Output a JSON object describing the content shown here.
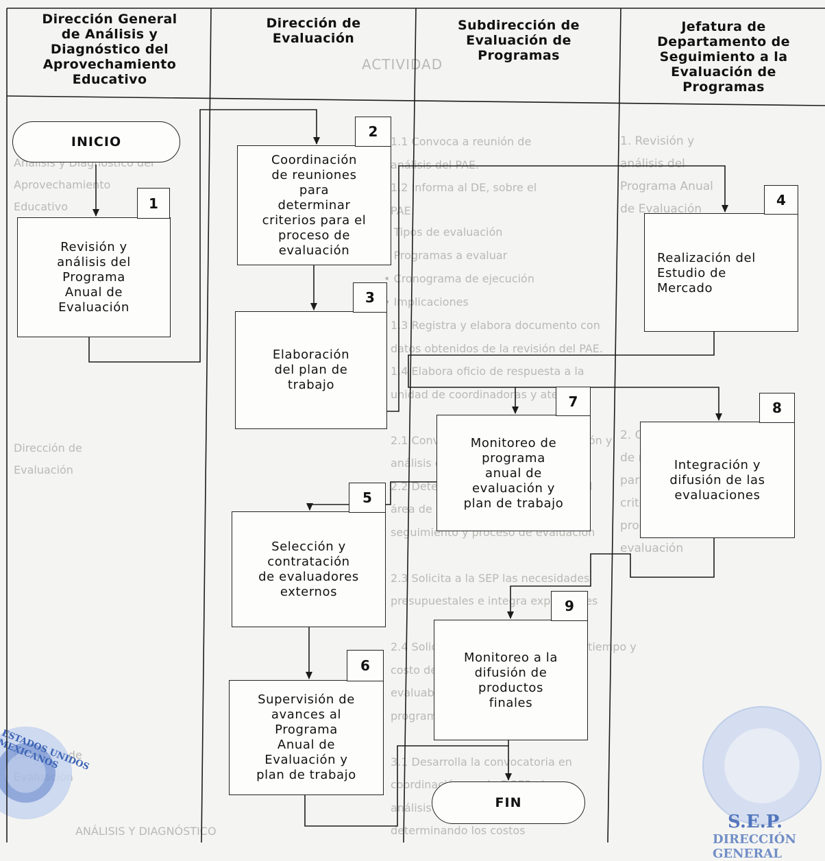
{
  "lanes": [
    {
      "title": "Dirección General\nde Análisis y\nDiagnóstico del\nAprovechamiento\nEducativo"
    },
    {
      "title": "Dirección de\nEvaluación"
    },
    {
      "title": "Subdirección de\nEvaluación de\nProgramas"
    },
    {
      "title": "Jefatura de\nDepartamento de\nSeguimiento a la\nEvaluación de\nProgramas"
    }
  ],
  "start": {
    "label": "INICIO"
  },
  "end": {
    "label": "FIN"
  },
  "steps": [
    {
      "number": "1",
      "text": "Revisión y\nanálisis del\nPrograma\nAnual de\nEvaluación"
    },
    {
      "number": "2",
      "text": "Coordinación\nde reuniones\npara\ndeterminar\ncriterios para el\nproceso de\nevaluación"
    },
    {
      "number": "3",
      "text": "Elaboración\ndel plan de\ntrabajo"
    },
    {
      "number": "4",
      "text": "Realización del\nEstudio de\nMercado"
    },
    {
      "number": "5",
      "text": "Selección y\ncontratación\nde evaluadores\nexternos"
    },
    {
      "number": "6",
      "text": "Supervisión de\navances al\nPrograma\nAnual de\nEvaluación y\nplan de trabajo"
    },
    {
      "number": "7",
      "text": "Monitoreo de\nprograma\nanual de\nevaluación y\nplan de trabajo"
    },
    {
      "number": "8",
      "text": "Integración y\ndifusión de las\nevaluaciones"
    },
    {
      "number": "9",
      "text": "Monitoreo a la\ndifusión de\nproductos\nfinales"
    }
  ],
  "show_through": {
    "header": "ACTIVIDAD",
    "column_a": "1.   Revisión    y\nanálisis      del\nPrograma Anual\nde Evaluación\n\n\n\n\n\n\n\n\n\n2.   Coordinación\nde   reuniones\npara determinar\ncriterios para el\nproceso      de\nevaluación",
    "column_b": "1.1 Convoca a reunión de\n     análisis del PAE.\n1.2 Informa al DE, sobre el\n     PAE:\n\n\n\n\n1.3 Registra y elabora documento con\n     datos obtenidos de la revisión del PAE.\n1.4 Elabora oficio de respuesta a la\n     unidad de coordinadoras y atención\n\n2.1 Convoca a reunión para la revisión y\n     análisis del PAE con la DGEP\n2.2 Determina conjuntamente con el\n     área de la SEP responsable el\n     seguimiento y proceso de evaluación\n\n2.3 Solicita a la SEP las necesidades\n     presupuestales e integra expedientes\n\n2.4 Solicita a SEP la información de tiempo y\n     costo de los productos formativos\n     evaluables de acuerdo a\n     programas e informes\n\n3.1 Desarrolla la convocatoria en\n     coordinación con la DGEP el\n     análisis de resultados del PAE\n     determinando los costos",
    "bullets": "•   Tipos de evaluación\n•   Programas a evaluar\n•   Cronograma de ejecución\n•   Implicaciones",
    "column_c": "Dirección General de\nAnálisis y Diagnóstico del\nAprovechamiento\nEducativo\n\n\n\n\n\n\n\n\n\n\nDirección de\nEvaluación\n\n\n\n\n\n\n\n\n\n\n\n\nDirección de\nEvaluación",
    "bottom": "ANÁLISIS Y DIAGNÓSTICO"
  },
  "seals": [
    {
      "text": "ESTADOS UNIDOS MEXICANOS"
    },
    {
      "text": "S.E.P.",
      "subtext": "DIRECCIÓN GENERAL"
    }
  ],
  "colors": {
    "line": "#1c1c1c",
    "box_fill": "#fdfdfc",
    "seal_blue": "#3b63b4",
    "show_through": "#b9b9b6"
  }
}
